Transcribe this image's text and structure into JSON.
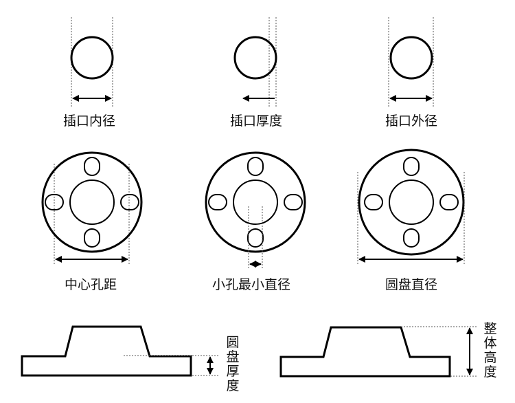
{
  "labels": {
    "socket_inner_diameter": "插口内径",
    "socket_thickness": "插口厚度",
    "socket_outer_diameter": "插口外径",
    "center_hole_distance": "中心孔距",
    "small_hole_min_diameter": "小孔最小直径",
    "disc_diameter": "圆盘直径",
    "disc_thickness": "圆盘厚度",
    "overall_height": "整体高度"
  },
  "colors": {
    "stroke": "#000000",
    "text": "#111111",
    "guide": "#555555"
  }
}
